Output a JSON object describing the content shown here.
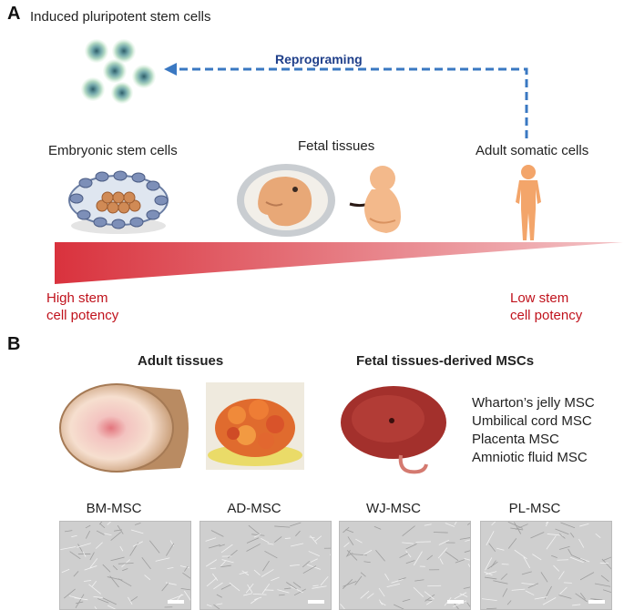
{
  "panel_a": {
    "letter": "A",
    "ipsc_label": "Induced pluripotent stem cells",
    "reprogramming_label": "Reprograming",
    "embryonic_label": "Embryonic stem cells",
    "fetal_label": "Fetal tissues",
    "adult_label": "Adult somatic cells",
    "high_potency_line1": "High stem",
    "high_potency_line2": "cell potency",
    "low_potency_line1": "Low stem",
    "low_potency_line2": "cell potency",
    "colors": {
      "arrow": "#3a78c2",
      "gradient": "#d9323d",
      "potency_text": "#c0121c"
    }
  },
  "panel_b": {
    "letter": "B",
    "adult_heading": "Adult tissues",
    "fetal_heading": "Fetal tissues-derived MSCs",
    "fetal_sources": [
      "Wharton’s jelly MSC",
      "Umbilical cord MSC",
      "Placenta MSC",
      "Amniotic fluid MSC"
    ],
    "micrographs": [
      "BM-MSC",
      "AD-MSC",
      "WJ-MSC",
      "PL-MSC"
    ]
  }
}
